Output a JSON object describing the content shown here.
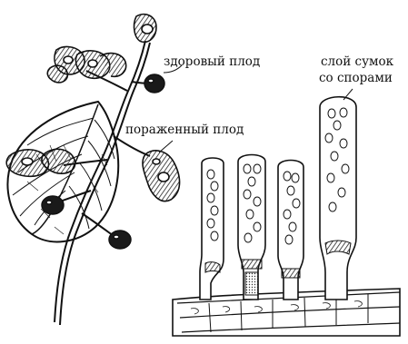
{
  "labels": {
    "healthy_fruit": "здоровый плод",
    "infected_fruit": "пораженный плод",
    "asci_layer_line1": "слой сумок",
    "asci_layer_line2": "со спорами"
  },
  "colors": {
    "ink": "#111111",
    "paper": "#ffffff"
  }
}
